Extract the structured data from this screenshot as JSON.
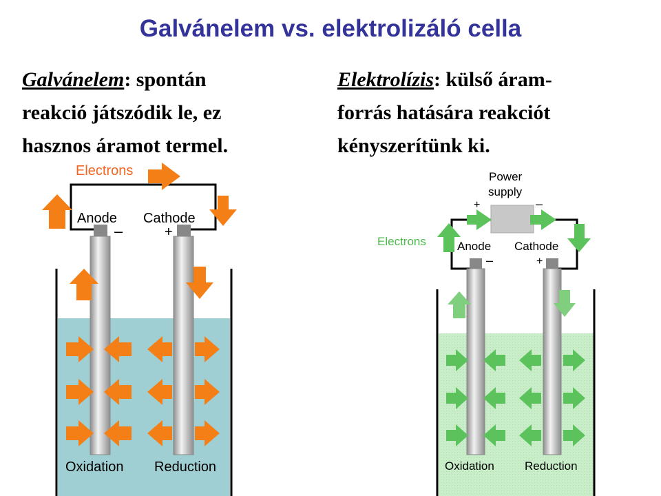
{
  "title": "Galvánelem vs. elektrolizáló cella",
  "left": {
    "term": "Galvánelem",
    "rest_line1": ":  spontán",
    "line2": "reakció játszódik le, ez",
    "line3": "hasznos áramot termel."
  },
  "right": {
    "term": "Elektrolízis",
    "rest_line1": ": külső áram-",
    "line2": "forrás hatására reakciót",
    "line3": "kényszerítünk ki."
  },
  "galvanic": {
    "electrons": "Electrons",
    "anode": "Anode",
    "cathode": "Cathode",
    "minus": "–",
    "plus": "+",
    "oxidation": "Oxidation",
    "reduction": "Reduction"
  },
  "electrolytic": {
    "power_line1": "Power",
    "power_line2": "supply",
    "plus": "+",
    "minus": "–",
    "electrons": "Electrons",
    "anode": "Anode",
    "cathode": "Cathode",
    "electrode_minus": "–",
    "electrode_plus": "+",
    "oxidation": "Oxidation",
    "reduction": "Reduction"
  },
  "colors": {
    "title": "#333399",
    "galvanic_arrow": "#f57f17",
    "galvanic_label": "#f26522",
    "galvanic_solution": "#9fcfd2",
    "electrolytic_arrow": "#5cc35c",
    "electrolytic_label": "#4cbb4c",
    "electrolytic_solution": "#c8edc8"
  }
}
